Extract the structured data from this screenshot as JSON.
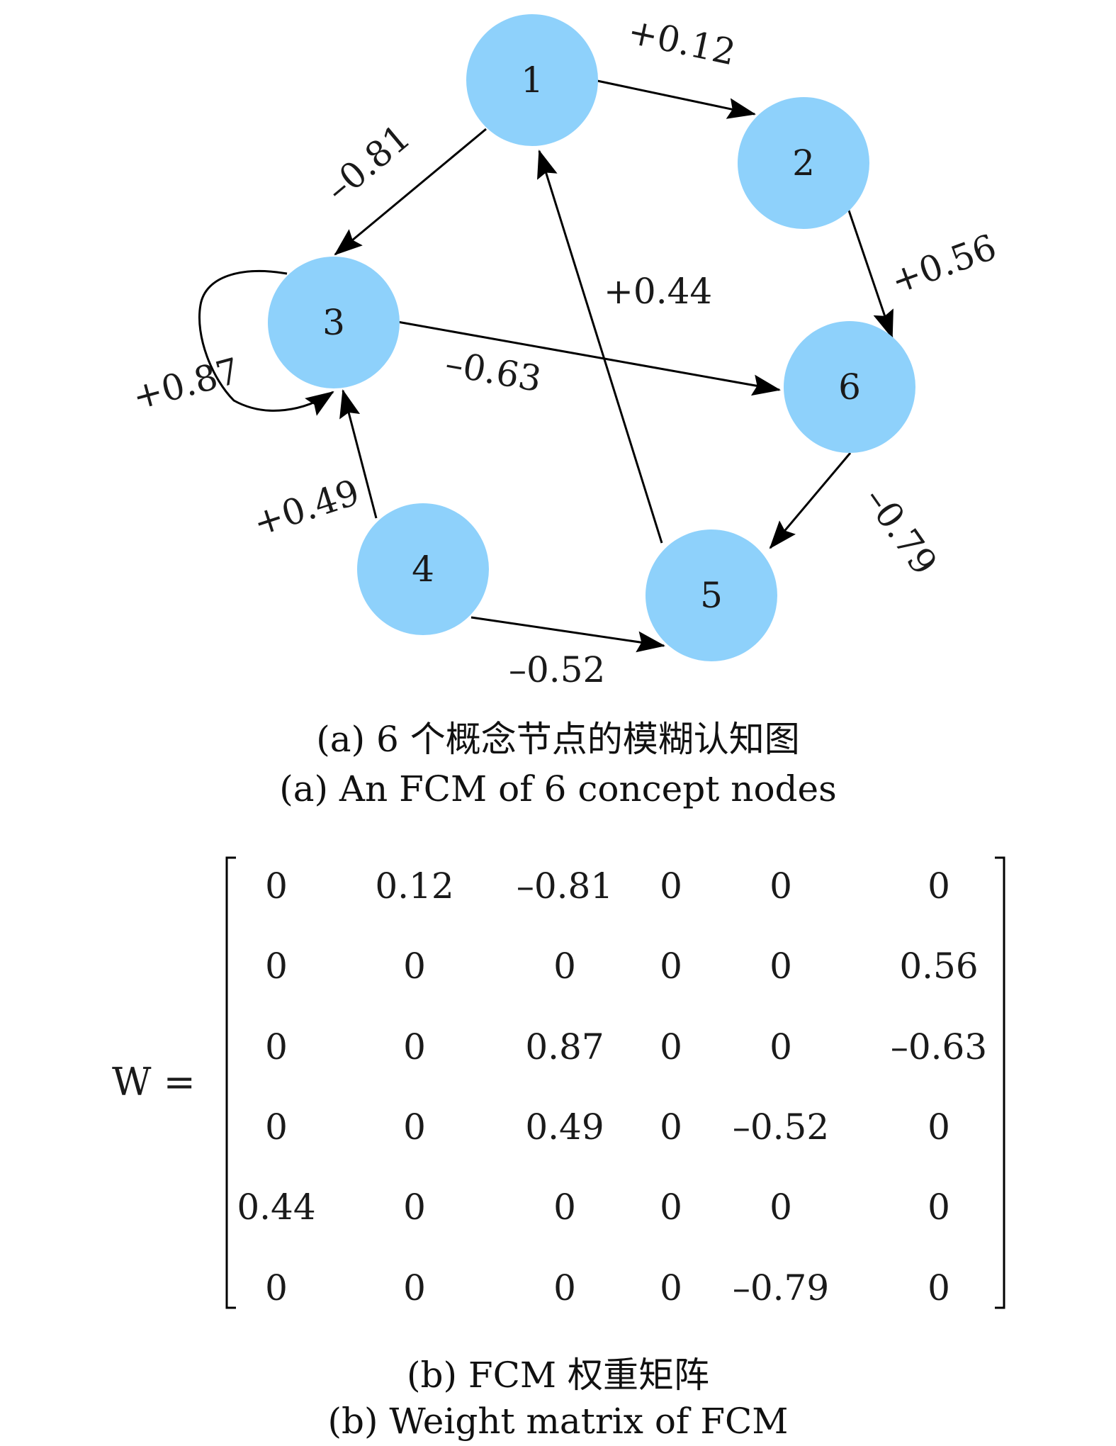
{
  "diagram": {
    "node_color": "#8ed1fb",
    "nodes": [
      {
        "id": "1",
        "label": "1"
      },
      {
        "id": "2",
        "label": "2"
      },
      {
        "id": "3",
        "label": "3"
      },
      {
        "id": "4",
        "label": "4"
      },
      {
        "id": "5",
        "label": "5"
      },
      {
        "id": "6",
        "label": "6"
      }
    ],
    "edges": [
      {
        "from": "1",
        "to": "2",
        "label": "+0.12"
      },
      {
        "from": "1",
        "to": "3",
        "label": "–0.81"
      },
      {
        "from": "2",
        "to": "6",
        "label": "+0.56"
      },
      {
        "from": "3",
        "to": "3",
        "label": "+0.87"
      },
      {
        "from": "3",
        "to": "6",
        "label": "–0.63"
      },
      {
        "from": "4",
        "to": "3",
        "label": "+0.49"
      },
      {
        "from": "4",
        "to": "5",
        "label": "–0.52"
      },
      {
        "from": "5",
        "to": "1",
        "label": "+0.44"
      },
      {
        "from": "6",
        "to": "5",
        "label": "–0.79"
      }
    ]
  },
  "captions": {
    "a_zh": "(a) 6 个概念节点的模糊认知图",
    "a_en": "(a) An FCM of 6 concept nodes",
    "b_zh": "(b) FCM 权重矩阵",
    "b_en": "(b) Weight matrix of FCM"
  },
  "matrix": {
    "label": "W =",
    "rows": [
      [
        "0",
        "0.12",
        "–0.81",
        "0",
        "0",
        "0"
      ],
      [
        "0",
        "0",
        "0",
        "0",
        "0",
        "0.56"
      ],
      [
        "0",
        "0",
        "0.87",
        "0",
        "0",
        "–0.63"
      ],
      [
        "0",
        "0",
        "0.49",
        "0",
        "–0.52",
        "0"
      ],
      [
        "0.44",
        "0",
        "0",
        "0",
        "0",
        "0"
      ],
      [
        "0",
        "0",
        "0",
        "0",
        "–0.79",
        "0"
      ]
    ]
  }
}
